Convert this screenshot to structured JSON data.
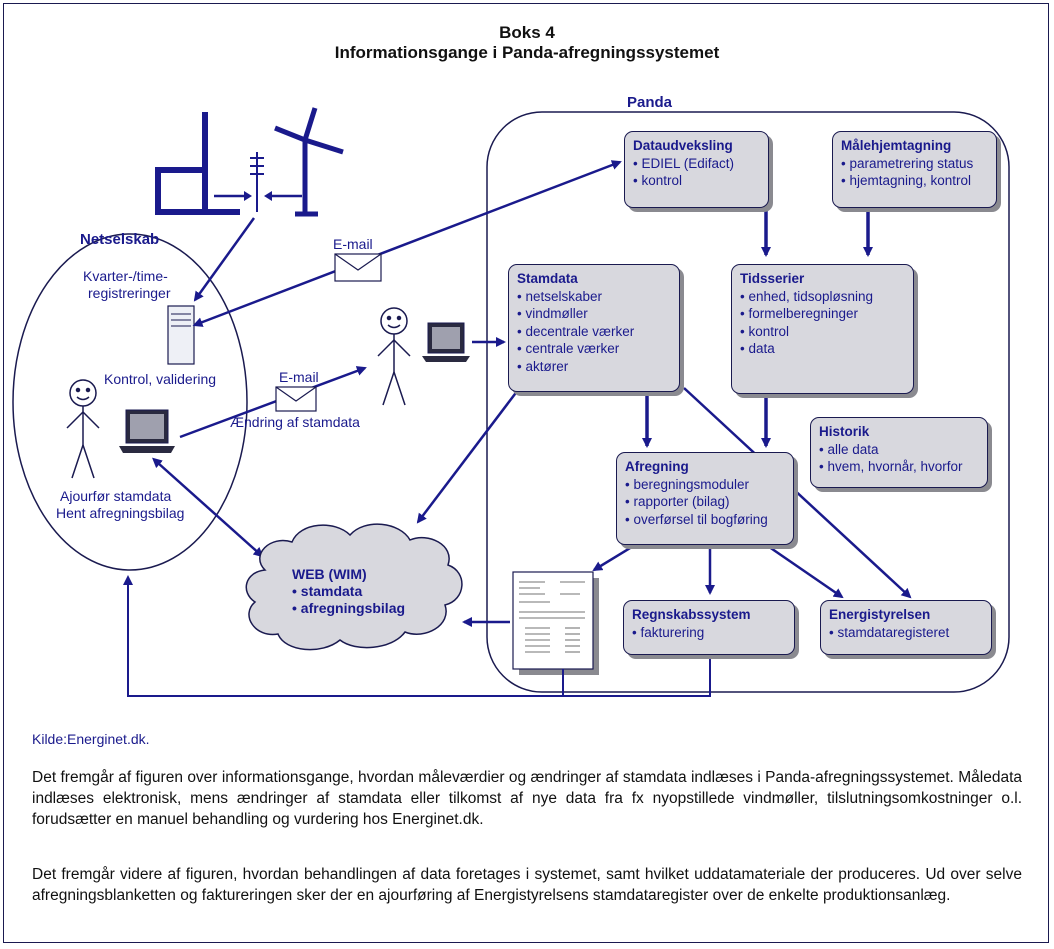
{
  "title_line1": "Boks 4",
  "title_line2": "Informationsgange i Panda-afregningssystemet",
  "panda_label": "Panda",
  "netselskab_label": "Netselskab",
  "boxes": {
    "dataudveksling": {
      "title": "Dataudveksling",
      "items": [
        "• EDIEL (Edifact)",
        "• kontrol"
      ]
    },
    "malehjemtagning": {
      "title": "Målehjemtagning",
      "items": [
        "• parametrering status",
        "• hjemtagning, kontrol"
      ]
    },
    "stamdata": {
      "title": "Stamdata",
      "items": [
        "• netselskaber",
        "• vindmøller",
        "• decentrale værker",
        "• centrale værker",
        "• aktører"
      ]
    },
    "tidsserier": {
      "title": "Tidsserier",
      "items": [
        "• enhed, tidsopløsning",
        "• formelberegninger",
        "• kontrol",
        "• data"
      ]
    },
    "historik": {
      "title": "Historik",
      "items": [
        "• alle data",
        "• hvem, hvornår, hvorfor"
      ]
    },
    "afregning": {
      "title": "Afregning",
      "items": [
        "• beregningsmoduler",
        "• rapporter (bilag)",
        "• overførsel til bogføring"
      ]
    },
    "regnskabssystem": {
      "title": "Regnskabssystem",
      "items": [
        "• fakturering"
      ]
    },
    "energistyrelsen": {
      "title": "Energistyrelsen",
      "items": [
        "• stamdataregisteret"
      ]
    }
  },
  "web": {
    "title": "WEB (WIM)",
    "items": [
      "• stamdata",
      "• afregningsbilag"
    ]
  },
  "labels": {
    "email1": "E-mail",
    "email2": "E-mail",
    "kvarter1": "Kvarter-/time-",
    "kvarter2": "registreringer",
    "kontrol": "Kontrol, validering",
    "aendring": "Ændring af stamdata",
    "ajourfor": "Ajourfør stamdata",
    "hent": "Hent afregningsbilag"
  },
  "source": "Kilde:Energinet.dk.",
  "paragraphs": [
    "Det fremgår af figuren over informationsgange, hvordan måleværdier og ændringer af stamdata indlæses i Panda-afregningssystemet. Måledata indlæses elektronisk, mens ændringer af stamdata eller tilkomst af nye data fra fx nyopstillede vindmøller, tilslutningsomkostninger o.l. forudsætter en manuel behandling og vurdering hos Energinet.dk.",
    "Det fremgår videre af figuren, hvordan behandlingen af data foretages i systemet, samt hvilket uddatamateriale der produceres. Ud over selve afregningsblanketten og faktureringen sker der en ajourføring af Energistyrelsens stamdataregister over de enkelte produktionsanlæg."
  ],
  "colors": {
    "accent": "#1a1a8c",
    "box_fill": "#d8d8de",
    "shadow": "#8a8a90"
  }
}
